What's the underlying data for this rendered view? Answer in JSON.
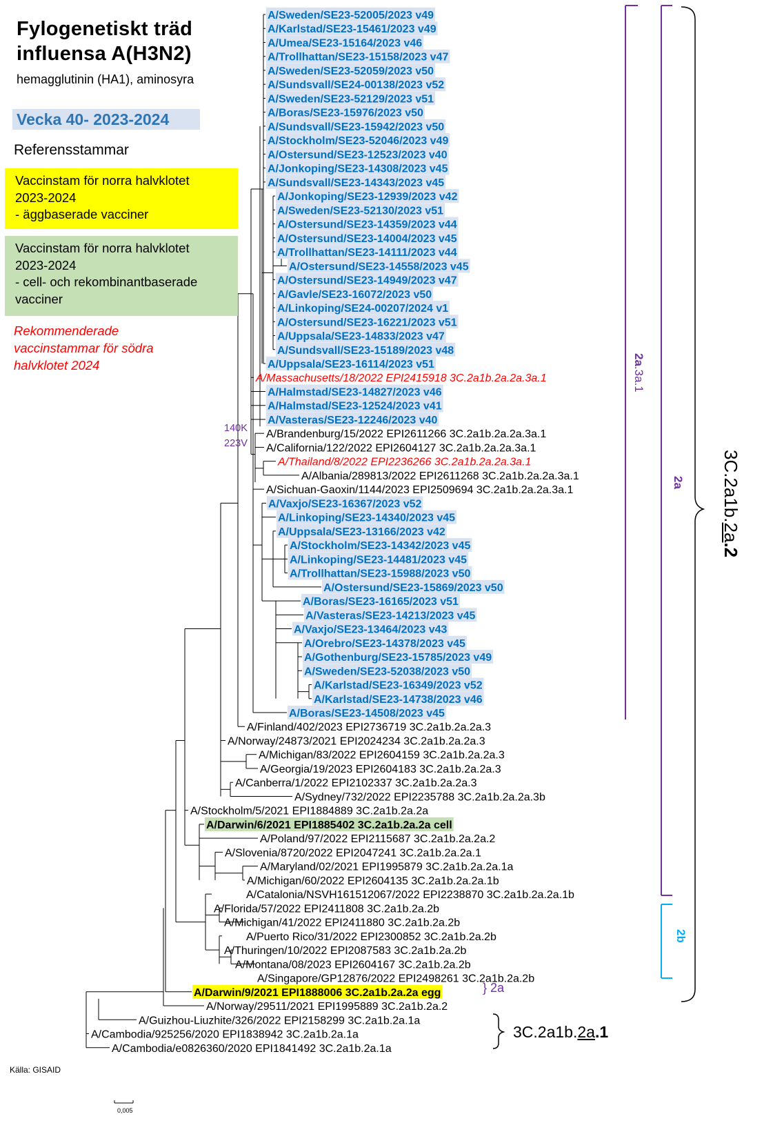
{
  "title_line1": "Fylogenetiskt träd",
  "title_line2": "influensa A(H3N2)",
  "subtitle": "hemagglutinin (HA1), aminosyra",
  "season": "Vecka 40-  2023-2024",
  "legend": {
    "heading": "Referensstammar",
    "yellow": [
      "Vaccinstam för norra halvklotet",
      "2023-2024",
      "- äggbaserade vacciner"
    ],
    "green": [
      "Vaccinstam för norra halvklotet",
      "2023-2024",
      "- cell- och rekombinantbaserade",
      "vacciner"
    ],
    "red": [
      "Rekommenderade",
      "vaccinstammar för södra",
      "halvklotet 2024"
    ]
  },
  "source": "Källa: GISAID",
  "scale_bar": "0,005",
  "mutations": [
    "140K",
    "223V"
  ],
  "clades": {
    "subclade_prefix": "2a",
    "subclade_suffix": ".3a.1",
    "clade_2a": "2a",
    "clade_2b": "2b",
    "major_prefix": "3C.2a1b.",
    "major_underlined": "2a",
    "major_suffix": ".2",
    "minor_prefix": "3C.2a1b.",
    "minor_underlined": "2a",
    "minor_suffix": ".1",
    "darwin_egg_note": "} 2a"
  },
  "colors": {
    "swedish_text": "#0070c0",
    "swedish_bg": "#d9e2f1",
    "reference_text": "#000000",
    "southern_vaccine": "#ff0000",
    "egg_vaccine_bg": "#ffff00",
    "cell_vaccine_bg": "#c5e0b4",
    "clade_2a_bar": "#7030a0",
    "clade_2b_bar": "#00b0f0"
  },
  "leaves": [
    {
      "label": "A/Sweden/SE23-52005/2023 v49",
      "type": "swe"
    },
    {
      "label": "A/Karlstad/SE23-15461/2023 v49",
      "type": "swe"
    },
    {
      "label": "A/Umea/SE23-15164/2023 v46",
      "type": "swe"
    },
    {
      "label": "A/Trollhattan/SE23-15158/2023 v47",
      "type": "swe"
    },
    {
      "label": "A/Sweden/SE23-52059/2023 v50",
      "type": "swe"
    },
    {
      "label": "A/Sundsvall/SE24-00138/2023 v52",
      "type": "swe"
    },
    {
      "label": "A/Sweden/SE23-52129/2023 v51",
      "type": "swe"
    },
    {
      "label": "A/Boras/SE23-15976/2023 v50",
      "type": "swe"
    },
    {
      "label": "A/Sundsvall/SE23-15942/2023 v50",
      "type": "swe"
    },
    {
      "label": "A/Stockholm/SE23-52046/2023 v49",
      "type": "swe"
    },
    {
      "label": "A/Ostersund/SE23-12523/2023 v40",
      "type": "swe"
    },
    {
      "label": "A/Jonkoping/SE23-14308/2023 v45",
      "type": "swe"
    },
    {
      "label": "A/Sundsvall/SE23-14343/2023 v45",
      "type": "swe"
    },
    {
      "label": "A/Jonkoping/SE23-12939/2023 v42",
      "type": "swe"
    },
    {
      "label": "A/Sweden/SE23-52130/2023 v51",
      "type": "swe"
    },
    {
      "label": "A/Ostersund/SE23-14359/2023 v44",
      "type": "swe"
    },
    {
      "label": "A/Ostersund/SE23-14004/2023 v45",
      "type": "swe"
    },
    {
      "label": "A/Trollhattan/SE23-14111/2023 v44",
      "type": "swe"
    },
    {
      "label": "A/Ostersund/SE23-14558/2023 v45",
      "type": "swe"
    },
    {
      "label": "A/Ostersund/SE23-14949/2023 v47",
      "type": "swe"
    },
    {
      "label": "A/Gavle/SE23-16072/2023 v50",
      "type": "swe"
    },
    {
      "label": "A/Linkoping/SE24-00207/2024 v1",
      "type": "swe"
    },
    {
      "label": "A/Ostersund/SE23-16221/2023 v51",
      "type": "swe"
    },
    {
      "label": "A/Uppsala/SE23-14833/2023 v47",
      "type": "swe"
    },
    {
      "label": "A/Sundsvall/SE23-15189/2023 v48",
      "type": "swe"
    },
    {
      "label": "A/Uppsala/SE23-16114/2023 v51",
      "type": "swe"
    },
    {
      "label": "A/Massachusetts/18/2022 EPI2415918 3C.2a1b.2a.2a.3a.1",
      "type": "south"
    },
    {
      "label": "A/Halmstad/SE23-14827/2023 v46",
      "type": "swe"
    },
    {
      "label": "A/Halmstad/SE23-12524/2023 v41",
      "type": "swe"
    },
    {
      "label": "A/Vasteras/SE23-12246/2023 v40",
      "type": "swe"
    },
    {
      "label": "A/Brandenburg/15/2022 EPI2611266 3C.2a1b.2a.2a.3a.1",
      "type": "ref"
    },
    {
      "label": "A/California/122/2022 EPI2604127 3C.2a1b.2a.2a.3a.1",
      "type": "ref"
    },
    {
      "label": "A/Thailand/8/2022 EPI2236266 3C.2a1b.2a.2a.3a.1",
      "type": "south"
    },
    {
      "label": "A/Albania/289813/2022 EPI2611268 3C.2a1b.2a.2a.3a.1",
      "type": "ref"
    },
    {
      "label": "A/Sichuan-Gaoxin/1144/2023 EPI2509694 3C.2a1b.2a.2a.3a.1",
      "type": "ref"
    },
    {
      "label": "A/Vaxjo/SE23-16367/2023 v52",
      "type": "swe"
    },
    {
      "label": "A/Linkoping/SE23-14340/2023 v45",
      "type": "swe"
    },
    {
      "label": "A/Uppsala/SE23-13166/2023 v42",
      "type": "swe"
    },
    {
      "label": "A/Stockholm/SE23-14342/2023 v45",
      "type": "swe"
    },
    {
      "label": "A/Linkoping/SE23-14481/2023 v45",
      "type": "swe"
    },
    {
      "label": "A/Trollhattan/SE23-15988/2023 v50",
      "type": "swe"
    },
    {
      "label": "A/Ostersund/SE23-15869/2023 v50",
      "type": "swe"
    },
    {
      "label": "A/Boras/SE23-16165/2023 v51",
      "type": "swe"
    },
    {
      "label": "A/Vasteras/SE23-14213/2023 v45",
      "type": "swe"
    },
    {
      "label": "A/Vaxjo/SE23-13464/2023 v43",
      "type": "swe"
    },
    {
      "label": "A/Orebro/SE23-14378/2023 v45",
      "type": "swe"
    },
    {
      "label": "A/Gothenburg/SE23-15785/2023 v49",
      "type": "swe"
    },
    {
      "label": "A/Sweden/SE23-52038/2023 v50",
      "type": "swe"
    },
    {
      "label": "A/Karlstad/SE23-16349/2023 v52",
      "type": "swe"
    },
    {
      "label": "A/Karlstad/SE23-14738/2023 v46",
      "type": "swe"
    },
    {
      "label": "A/Boras/SE23-14508/2023 v45",
      "type": "swe"
    },
    {
      "label": "A/Finland/402/2023 EPI2736719 3C.2a1b.2a.2a.3",
      "type": "ref"
    },
    {
      "label": "A/Norway/24873/2021 EPI2024234 3C.2a1b.2a.2a.3",
      "type": "ref"
    },
    {
      "label": "A/Michigan/83/2022 EPI2604159 3C.2a1b.2a.2a.3",
      "type": "ref"
    },
    {
      "label": "A/Georgia/19/2023 EPI2604183 3C.2a1b.2a.2a.3",
      "type": "ref"
    },
    {
      "label": "A/Canberra/1/2022 EPI2102337 3C.2a1b.2a.2a.3",
      "type": "ref"
    },
    {
      "label": "A/Sydney/732/2022 EPI2235788 3C.2a1b.2a.2a.3b",
      "type": "ref"
    },
    {
      "label": "A/Stockholm/5/2021 EPI1884889 3C.2a1b.2a.2a",
      "type": "ref"
    },
    {
      "label": "A/Darwin/6/2021 EPI1885402 3C.2a1b.2a.2a cell",
      "type": "cell"
    },
    {
      "label": "A/Poland/97/2022 EPI2115687 3C.2a1b.2a.2a.2",
      "type": "ref"
    },
    {
      "label": "A/Slovenia/8720/2022 EPI2047241 3C.2a1b.2a.2a.1",
      "type": "ref"
    },
    {
      "label": "A/Maryland/02/2021 EPI1995879 3C.2a1b.2a.2a.1a",
      "type": "ref"
    },
    {
      "label": "A/Michigan/60/2022 EPI2604135 3C.2a1b.2a.2a.1b",
      "type": "ref"
    },
    {
      "label": "A/Catalonia/NSVH161512067/2022 EPI2238870 3C.2a1b.2a.2a.1b",
      "type": "ref"
    },
    {
      "label": "A/Florida/57/2022 EPI2411808 3C.2a1b.2a.2b",
      "type": "ref"
    },
    {
      "label": "A/Michigan/41/2022 EPI2411880 3C.2a1b.2a.2b",
      "type": "ref"
    },
    {
      "label": "A/Puerto Rico/31/2022 EPI2300852 3C.2a1b.2a.2b",
      "type": "ref"
    },
    {
      "label": "A/Thuringen/10/2022 EPI2087583 3C.2a1b.2a.2b",
      "type": "ref"
    },
    {
      "label": "A/Montana/08/2023 EPI2604167 3C.2a1b.2a.2b",
      "type": "ref"
    },
    {
      "label": "A/Singapore/GP12876/2022 EPI2498261 3C.2a1b.2a.2b",
      "type": "ref"
    },
    {
      "label": "A/Darwin/9/2021 EPI1888006 3C.2a1b.2a.2a egg",
      "type": "egg"
    },
    {
      "label": "A/Norway/29511/2021 EPI1995889 3C.2a1b.2a.2",
      "type": "ref"
    },
    {
      "label": "A/Guizhou-Liuzhite/326/2022 EPI2158299 3C.2a1b.2a.1a",
      "type": "ref"
    },
    {
      "label": "A/Cambodia/925256/2020 EPI1838942 3C.2a1b.2a.1a",
      "type": "ref"
    },
    {
      "label": "A/Cambodia/e0826360/2020 EPI1841492 3C.2a1b.2a.1a",
      "type": "ref"
    }
  ]
}
